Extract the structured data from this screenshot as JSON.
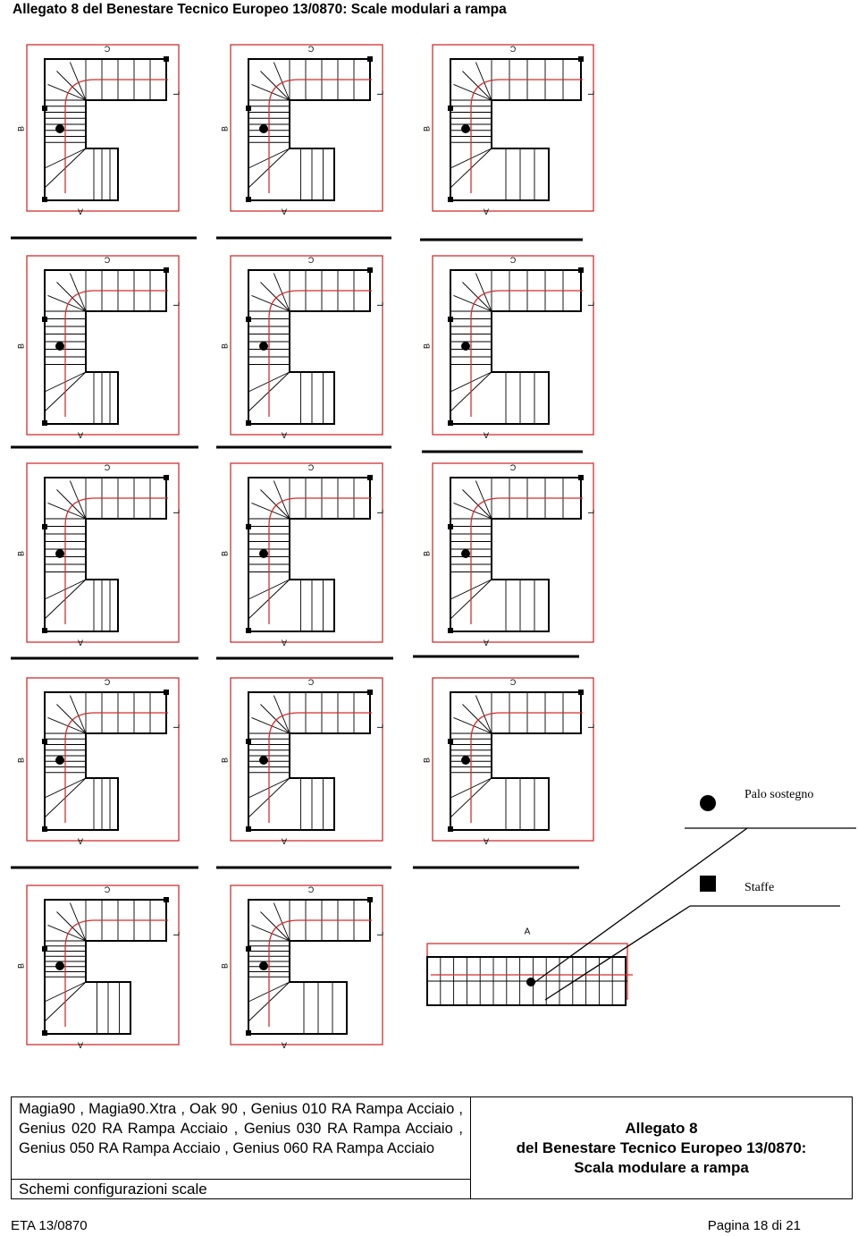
{
  "header": {
    "title": "Allegato 8 del Benestare Tecnico Europeo 13/0870:  Scale modulari a rampa "
  },
  "legend": {
    "post_label": "Palo sostegno",
    "bracket_label": "Staffe"
  },
  "labels": {
    "a": "A",
    "b": "B",
    "c": "C",
    "l": "L"
  },
  "footer_box": {
    "models": "Magia90 ,  Magia90.Xtra ,  Oak 90 ,  Genius 010 RA Rampa Acciaio ,  Genius 020 RA Rampa Acciaio ,  Genius 030 RA Rampa Acciaio ,  Genius 050 RA Rampa Acciaio ,  Genius 060 RA Rampa Acciaio ",
    "subtitle": "Schemi configurazioni scale",
    "annex_line1": "Allegato 8",
    "annex_line2": "del Benestare Tecnico Europeo 13/0870:",
    "annex_line3": "Scala modulare a rampa"
  },
  "footer": {
    "left": "ETA 13/0870",
    "right": "Pagina 18 di 21"
  },
  "colors": {
    "accent": "#d32f2f",
    "line": "#000000"
  }
}
